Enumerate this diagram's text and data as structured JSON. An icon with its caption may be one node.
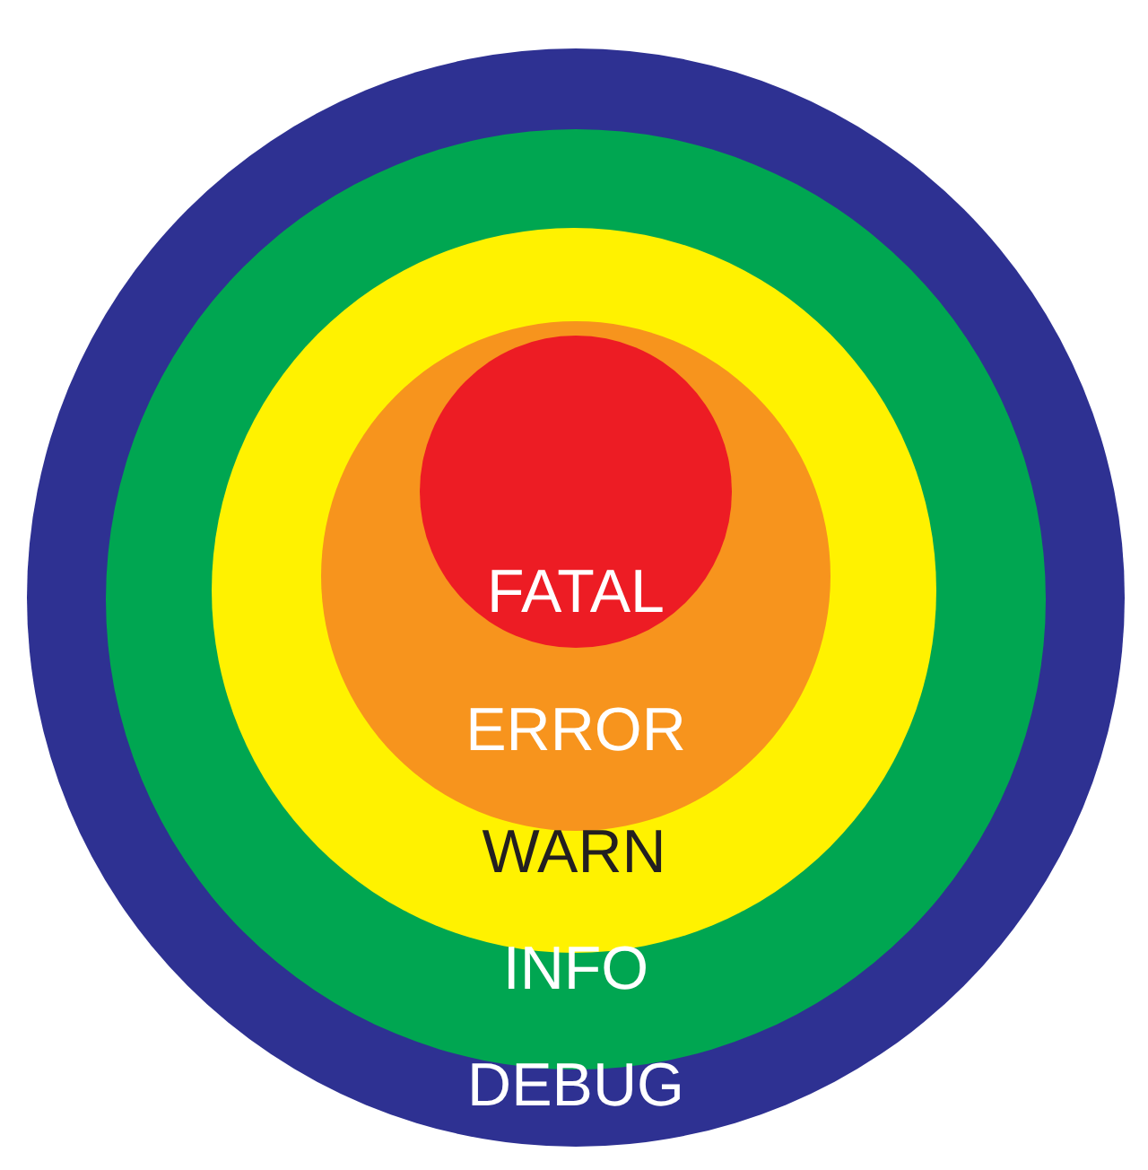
{
  "diagram": {
    "nodes": [
      {
        "text": [
          "DEBUG"
        ]
      },
      {
        "text": [
          "INFO"
        ],
        "in": 0
      },
      {
        "text": [
          "WARN"
        ],
        "in": 1
      },
      {
        "text": [
          "ERROR"
        ],
        "in": 2
      },
      {
        "text": [
          "FATAL"
        ],
        "in": 3
      }
    ]
  }
}
